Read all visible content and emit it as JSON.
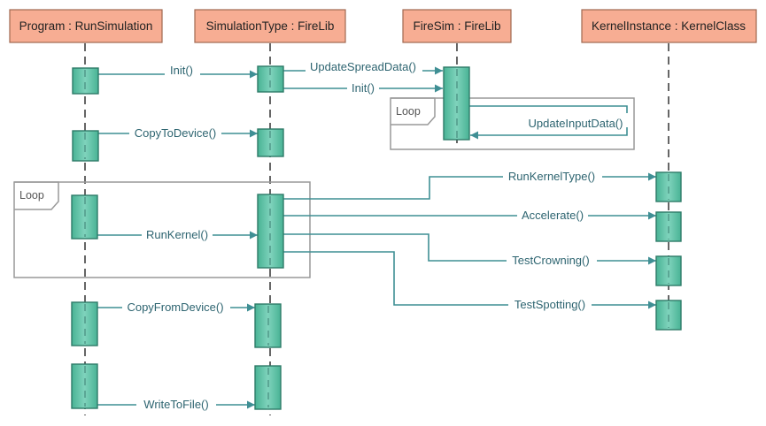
{
  "participants": [
    {
      "id": "program",
      "label": "Program : RunSimulation"
    },
    {
      "id": "simtype",
      "label": "SimulationType : FireLib"
    },
    {
      "id": "firesim",
      "label": "FireSim : FireLib"
    },
    {
      "id": "kernel",
      "label": "KernelInstance : KernelClass"
    }
  ],
  "loops": [
    {
      "id": "loop-firesim",
      "label": "Loop"
    },
    {
      "id": "loop-main",
      "label": "Loop"
    }
  ],
  "messages": [
    {
      "id": "init-1",
      "label": "Init()"
    },
    {
      "id": "update-spread-data",
      "label": "UpdateSpreadData()"
    },
    {
      "id": "init-2",
      "label": "Init()"
    },
    {
      "id": "update-input-data",
      "label": "UpdateInputData()"
    },
    {
      "id": "copy-to-device",
      "label": "CopyToDevice()"
    },
    {
      "id": "run-kernel-type",
      "label": "RunKernelType()"
    },
    {
      "id": "accelerate",
      "label": "Accelerate()"
    },
    {
      "id": "run-kernel",
      "label": "RunKernel()"
    },
    {
      "id": "test-crowning",
      "label": "TestCrowning()"
    },
    {
      "id": "test-spotting",
      "label": "TestSpotting()"
    },
    {
      "id": "copy-from-device",
      "label": "CopyFromDevice()"
    },
    {
      "id": "write-to-file",
      "label": "WriteToFile()"
    }
  ],
  "colors": {
    "participant_fill": "#f7ad93",
    "participant_stroke": "#a06850",
    "activation_fill": "#5bbfa4",
    "activation_stroke": "#2e7b68",
    "message_line": "#3f8f94",
    "label_text": "#2d6470",
    "loop_stroke": "#999999"
  }
}
